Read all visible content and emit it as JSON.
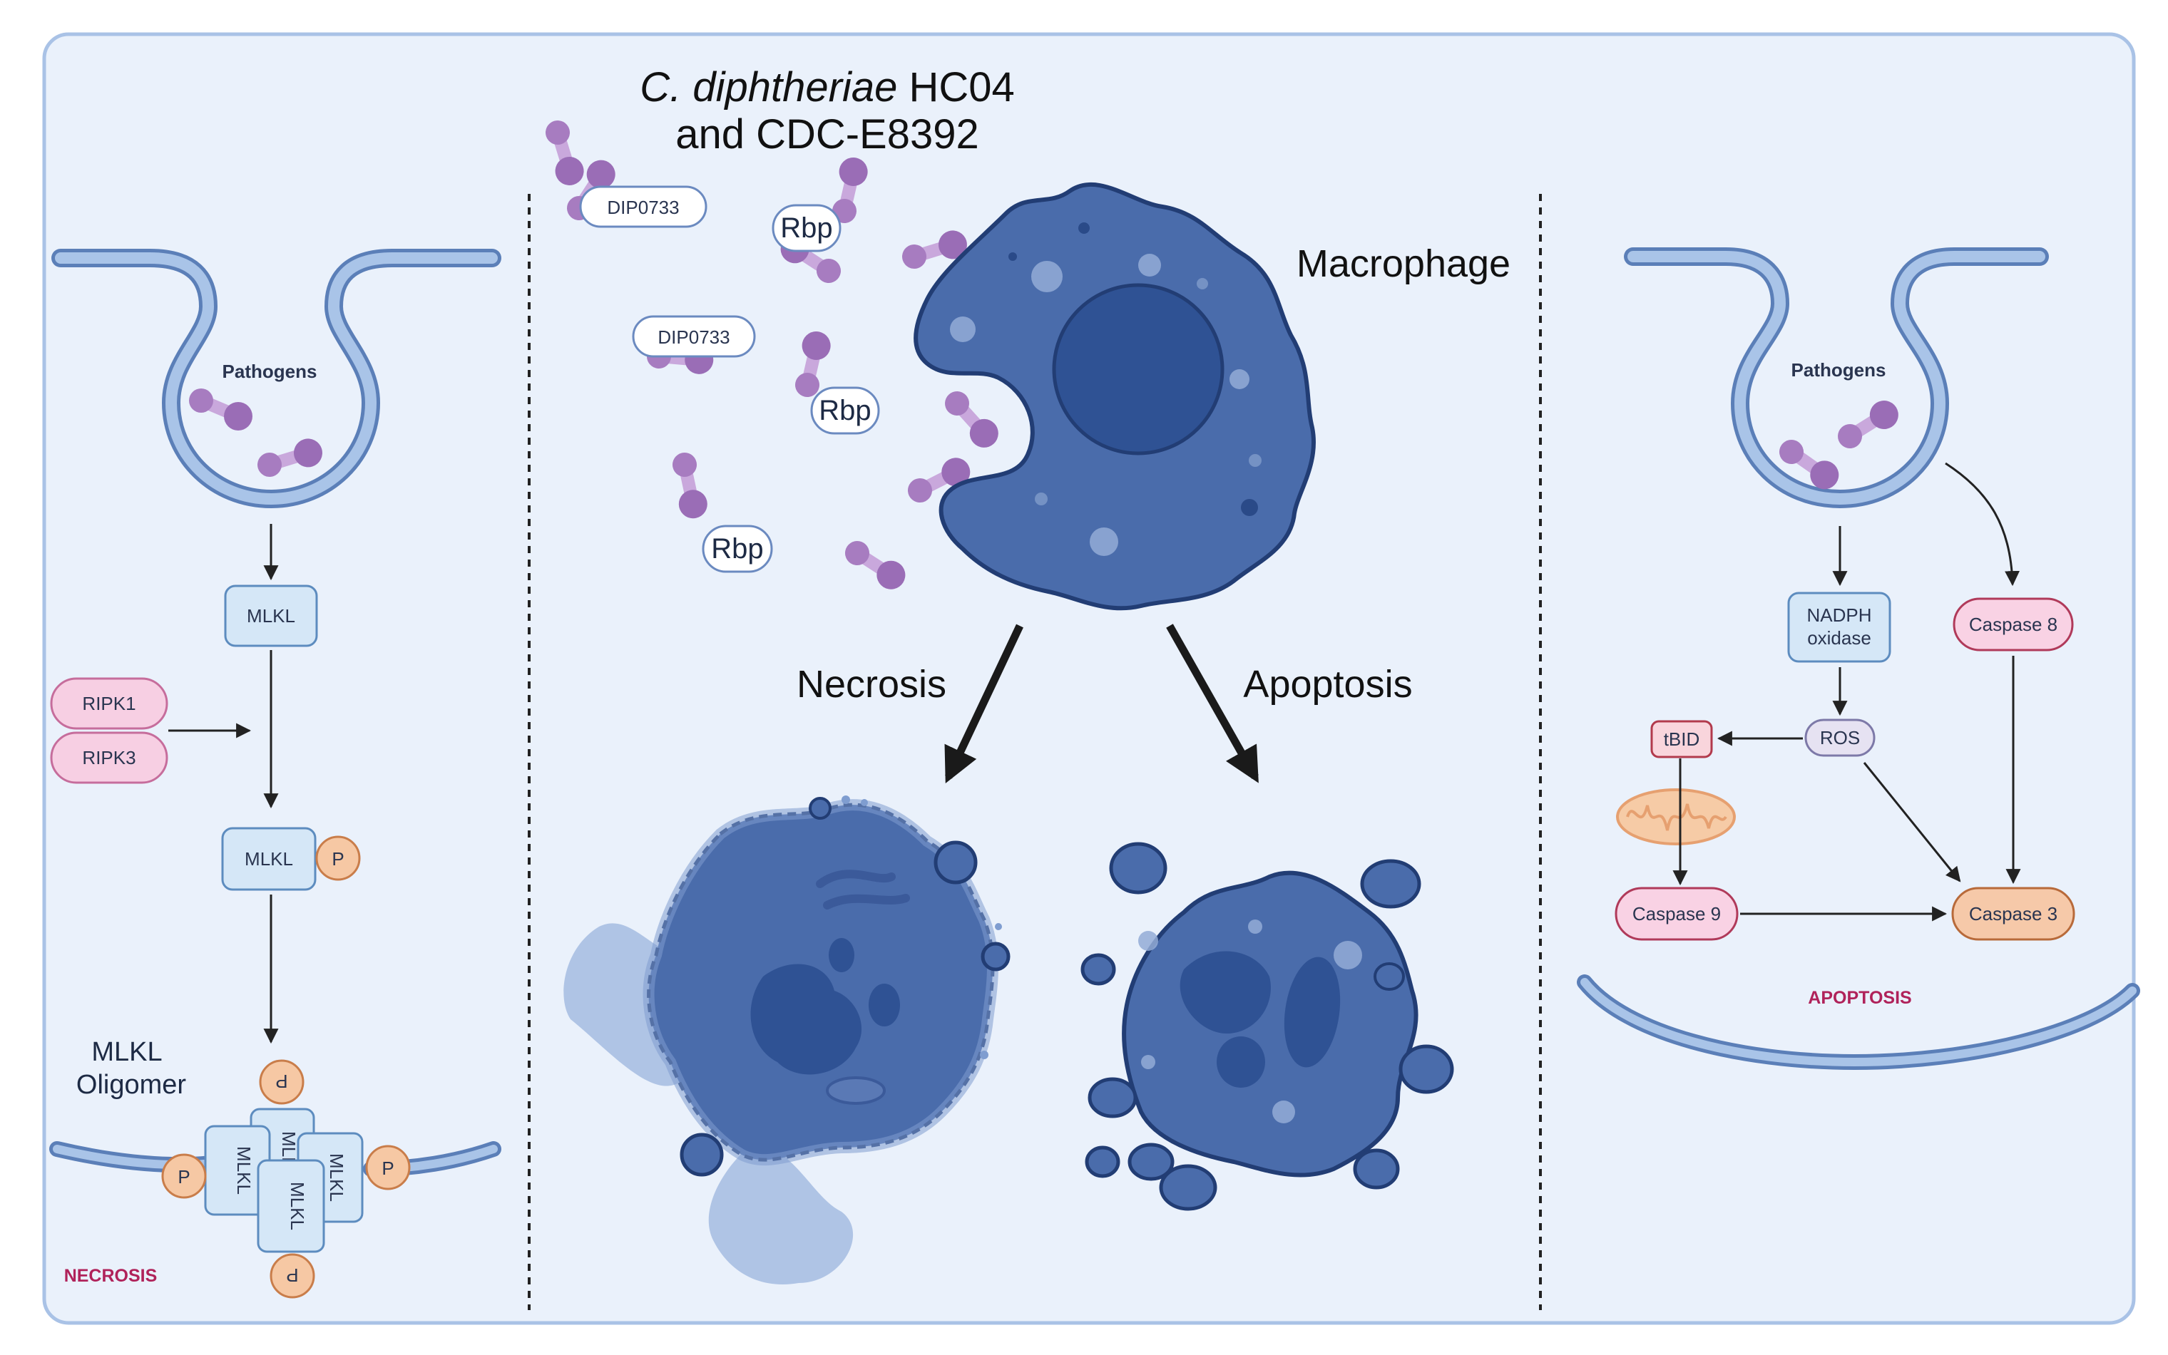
{
  "title": {
    "species": "C. diphtheriae",
    "strain_a": " HC04",
    "line2": "and CDC-E8392"
  },
  "center": {
    "macrophage": "Macrophage",
    "necrosis": "Necrosis",
    "apoptosis": "Apoptosis",
    "factors": [
      {
        "label": "DIP0733"
      },
      {
        "label": "DIP0733"
      },
      {
        "label": "Rbp"
      },
      {
        "label": "Rbp"
      },
      {
        "label": "Rbp"
      }
    ]
  },
  "left": {
    "pathogens": "Pathogens",
    "mlkl": "MLKL",
    "ripk1": "RIPK1",
    "ripk3": "RIPK3",
    "mlkl_p": "MLKL",
    "p": "P",
    "oligomer_line1": "MLKL",
    "oligomer_line2": "Oligomer",
    "olig_mlkl": "MLKL",
    "olig_p": "P",
    "footer": "NECROSIS"
  },
  "right": {
    "pathogens": "Pathogens",
    "nadph_line1": "NADPH",
    "nadph_line2": "oxidase",
    "caspase8": "Caspase 8",
    "ros": "ROS",
    "tbid": "tBID",
    "caspase9": "Caspase 9",
    "caspase3": "Caspase 3",
    "footer": "APOPTOSIS"
  },
  "colors": {
    "background": "#eaf1fb",
    "frame": "#a9c2e6",
    "membrane": "#9ab9e3",
    "membrane_edge": "#5b7fb8",
    "cell": "#4a6cab",
    "cell_dark": "#2f4f8e",
    "cell_edge": "#223d74",
    "bacterium": "#a77cc0",
    "bacterium_dark": "#8a5aa8",
    "mlkl_fill": "#d5e7f7",
    "mlkl_edge": "#5d8cbf",
    "ripk_fill": "#f7cfe3",
    "ripk_edge": "#c66d9c",
    "p_fill": "#f6c8a4",
    "p_edge": "#c97d4a",
    "caspase9_fill": "#f9d2e4",
    "caspase3_fill": "#f6c9a9",
    "tbid_fill": "#f9d5dc",
    "tbid_edge": "#b23a4c",
    "ros_fill": "#e6e2f2",
    "mito": "#f0b58a",
    "footer_text": "#b0225a"
  }
}
